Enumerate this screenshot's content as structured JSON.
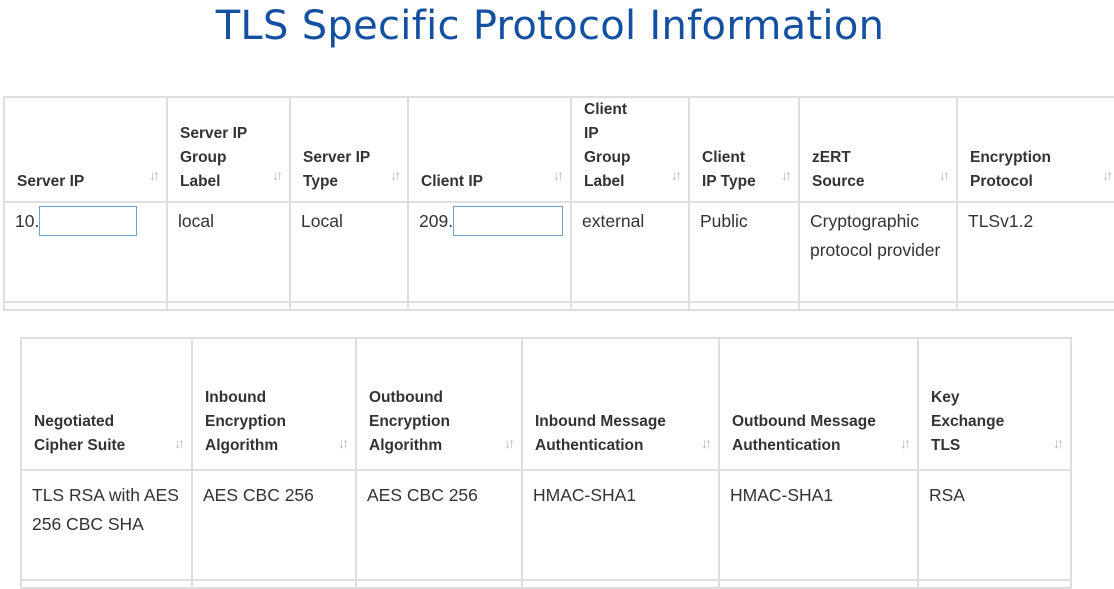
{
  "page": {
    "title": "TLS Specific Protocol Information"
  },
  "sort_icon_glyph": "↓↑",
  "table_1": {
    "columns": [
      {
        "label": "Server IP"
      },
      {
        "label": "Server IP Group Label"
      },
      {
        "label": "Server IP Type"
      },
      {
        "label": "Client IP"
      },
      {
        "label": "Client IP Group Label"
      },
      {
        "label": "Client IP Type"
      },
      {
        "label": "zERT Source"
      },
      {
        "label": "Encryption Protocol"
      }
    ],
    "rows": [
      {
        "server_ip_prefix": "10.",
        "server_ip_group_label": "local",
        "server_ip_type": "Local",
        "client_ip_prefix": "209.",
        "client_ip_group_label": "external",
        "client_ip_type": "Public",
        "zert_source": "Cryptographic protocol provider",
        "encryption_protocol": "TLSv1.2"
      }
    ]
  },
  "table_2": {
    "columns": [
      {
        "label": "Negotiated Cipher Suite"
      },
      {
        "label": "Inbound Encryption Algorithm"
      },
      {
        "label": "Outbound Encryption Algorithm"
      },
      {
        "label": "Inbound Message Authentication"
      },
      {
        "label": "Outbound Message Authentication"
      },
      {
        "label": "Key Exchange TLS"
      }
    ],
    "rows": [
      {
        "negotiated_cipher_suite": "TLS RSA with AES 256 CBC SHA",
        "inbound_encryption_algorithm": "AES CBC 256",
        "outbound_encryption_algorithm": "AES CBC 256",
        "inbound_message_authentication": "HMAC-SHA1",
        "outbound_message_authentication": "HMAC-SHA1",
        "key_exchange_tls": "RSA"
      }
    ]
  },
  "colors": {
    "title": "#1450a0",
    "border": "#dedede",
    "text": "#333333",
    "sort_icon": "#b9b9b9",
    "input_border": "#6d9fd1"
  }
}
